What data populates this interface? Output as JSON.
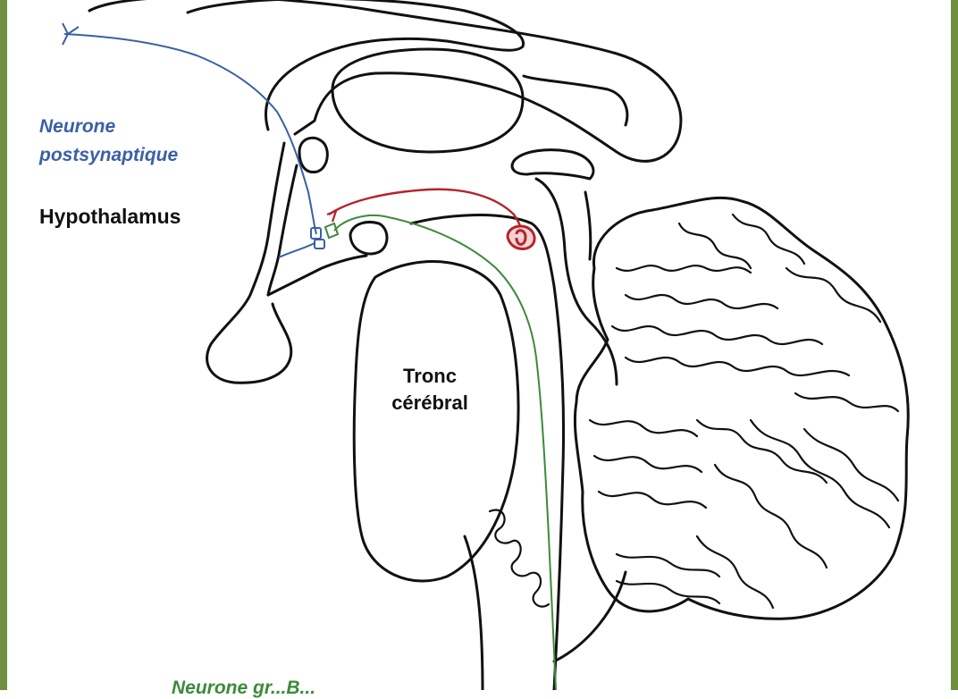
{
  "colors": {
    "frame": "#6f8f3e",
    "postsynaptic_neuron": "#3a5fa6",
    "red_neuron": "#b5232a",
    "green_neuron": "#3c8a3c",
    "outline": "#111111"
  },
  "labels": {
    "postsynaptic": "Neurone postsynaptique",
    "hypothalamus": "Hypothalamus",
    "tronc": "Tronc cérébral",
    "bottom_partial": "Neurone gr...B..."
  }
}
